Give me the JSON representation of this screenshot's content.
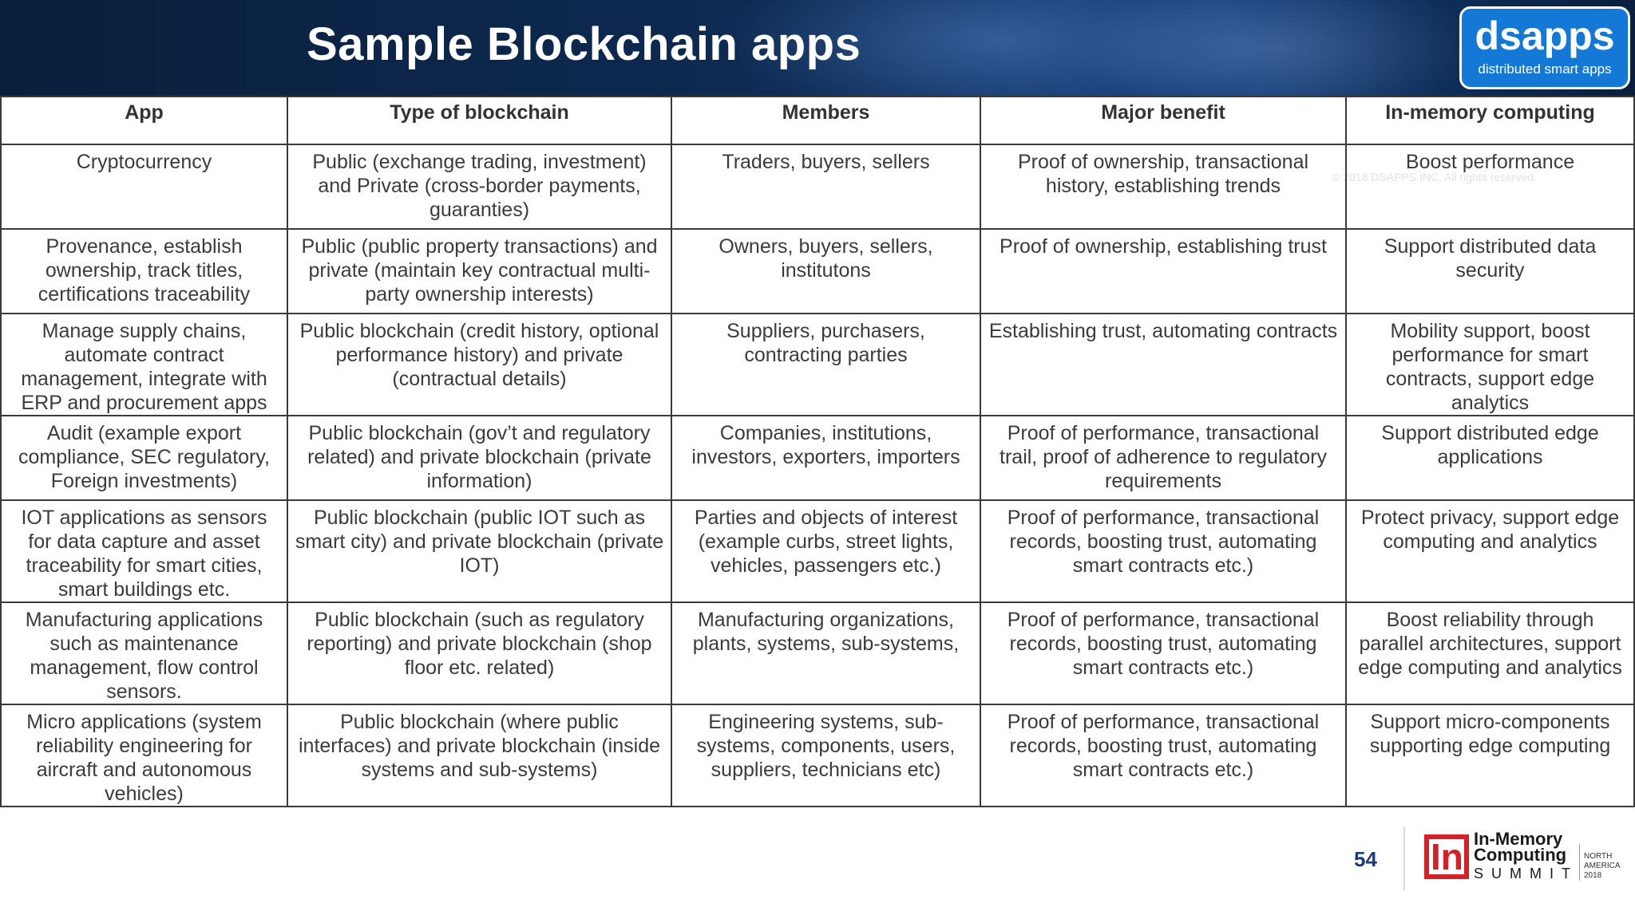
{
  "slide": {
    "title": "Sample Blockchain apps",
    "page_number": "54",
    "watermark": "© 2018 DSAPPS INC. All rights reserved."
  },
  "brand": {
    "name": "dsapps",
    "tagline": "distributed smart apps",
    "color": "#1479d6"
  },
  "event_logo": {
    "mark": "In",
    "line1": "In-Memory",
    "line2": "Computing",
    "line3": "SUMMIT",
    "region1": "NORTH",
    "region2": "AMERICA",
    "year": "2018",
    "accent": "#d62027"
  },
  "table": {
    "headers": [
      "App",
      "Type of blockchain",
      "Members",
      "Major benefit",
      "In-memory computing"
    ],
    "rows": [
      [
        "Cryptocurrency",
        "Public (exchange trading, investment) and Private (cross-border payments, guaranties)",
        "Traders, buyers, sellers",
        "Proof of ownership, transactional history, establishing trends",
        "Boost performance"
      ],
      [
        "Provenance, establish ownership, track titles, certifications traceability",
        "Public (public property transactions) and private (maintain key contractual multi-party ownership interests)",
        "Owners, buyers, sellers, institutons",
        "Proof of ownership, establishing trust",
        "Support distributed data security"
      ],
      [
        "Manage supply chains, automate contract management, integrate with ERP and procurement apps",
        "Public blockchain (credit history, optional performance history) and private (contractual details)",
        "Suppliers, purchasers, contracting parties",
        "Establishing trust, automating contracts",
        "Mobility support, boost performance for smart contracts, support edge analytics"
      ],
      [
        "Audit (example export compliance, SEC regulatory, Foreign investments)",
        "Public blockchain (gov’t and regulatory related) and private blockchain (private information)",
        "Companies, institutions, investors, exporters, importers",
        "Proof of performance, transactional trail, proof of adherence to regulatory requirements",
        "Support distributed edge applications"
      ],
      [
        "IOT applications as sensors for data capture and asset traceability for smart cities, smart buildings etc.",
        "Public blockchain  (public IOT such as smart city) and private blockchain (private IOT)",
        "Parties and objects of interest (example curbs, street lights, vehicles, passengers etc.)",
        "Proof of performance, transactional records, boosting trust, automating smart contracts etc.)",
        "Protect privacy, support edge computing and analytics"
      ],
      [
        "Manufacturing applications such as maintenance management, flow control sensors.",
        "Public blockchain (such as regulatory reporting) and private blockchain (shop floor etc. related)",
        "Manufacturing organizations, plants, systems, sub-systems,",
        "Proof of performance, transactional records, boosting trust, automating smart contracts  etc.)",
        "Boost reliability through parallel  architectures, support edge computing and analytics"
      ],
      [
        "Micro applications (system reliability engineering for aircraft and autonomous vehicles)",
        "Public blockchain (where public interfaces) and private blockchain (inside systems and sub-systems)",
        "Engineering systems, sub-systems, components, users, suppliers, technicians etc)",
        "Proof of performance, transactional records, boosting trust, automating smart contracts  etc.)",
        "Support micro-components supporting edge computing"
      ]
    ]
  }
}
